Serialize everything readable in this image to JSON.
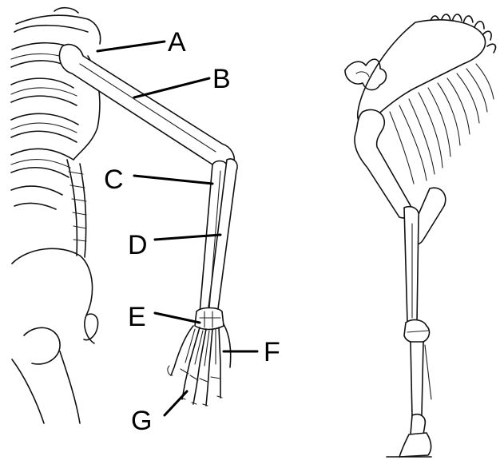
{
  "figure": {
    "left_skeleton": "human-arm-skeleton",
    "right_skeleton": "horse-foreleg-skeleton"
  },
  "labels": {
    "a": "A",
    "b": "B",
    "c": "C",
    "d": "D",
    "e": "E",
    "f": "F",
    "g": "G"
  },
  "colors": {
    "ink": "#111111",
    "background": "#ffffff"
  }
}
